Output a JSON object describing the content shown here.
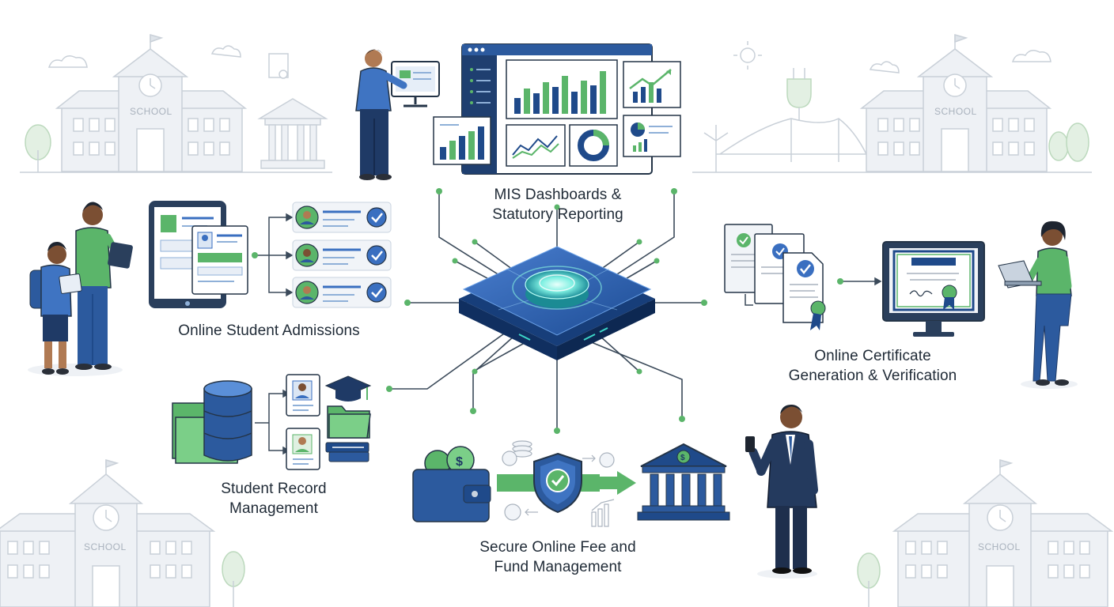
{
  "labels": {
    "mis": {
      "line1": "MIS Dashboards &",
      "line2": "Statutory Reporting"
    },
    "admissions": {
      "line1": "Online Student Admissions"
    },
    "certificate": {
      "line1": "Online Certificate",
      "line2": "Generation & Verification"
    },
    "records": {
      "line1": "Student Record",
      "line2": "Management"
    },
    "fees": {
      "line1": "Secure Online Fee and",
      "line2": "Fund Management"
    }
  },
  "school_signs": [
    "SCHOOL",
    "SCHOOL",
    "SCHOOL",
    "SCHOOL"
  ],
  "colors": {
    "navy": "#1f4a8a",
    "blue": "#3a6fc0",
    "green": "#5bb56a",
    "line": "#3b4a5a",
    "teal": "#3dd6c8"
  },
  "icons": [
    "school-building-icon",
    "dashboard-monitor-icon",
    "cloud-hub-icon",
    "tablet-form-icon",
    "database-icon",
    "certificate-icon",
    "wallet-icon",
    "shield-check-icon",
    "bank-icon"
  ]
}
